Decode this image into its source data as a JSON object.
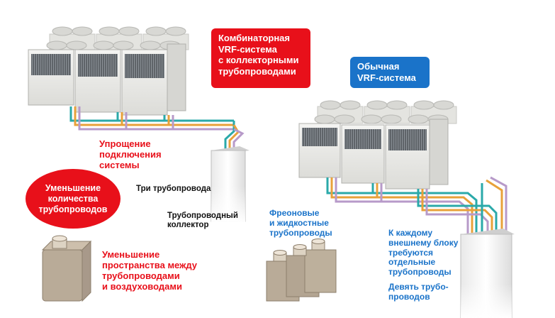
{
  "badges": {
    "combinatory": "Комбинаторная\nVRF-система\nс коллекторными\nтрубопроводами",
    "ordinary": "Обычная\nVRF-система"
  },
  "labels": {
    "simplification": "Упрощение\nподключения\nсистемы",
    "three_pipes": "Три трубопровода",
    "pipe_collector": "Трубопроводный\nколлектор",
    "reduce_pipes": "Уменьшение\nколичества\nтрубопроводов",
    "reduce_space": "Уменьшение\nпространства между\nтрубопроводами\nи воздуховодами",
    "freon_pipes": "Фреоновые\nи жидкостные\nтрубопроводы",
    "each_unit": "К каждому\nвнешнему блоку\nтребуются\nотдельные\nтрубопроводы",
    "nine_pipes": "Девять трубо-\nпроводов"
  },
  "colors": {
    "red": "#e8101a",
    "blue": "#1a73c9",
    "pipe_teal": "#2aa9a9",
    "pipe_orange": "#e8a13a",
    "pipe_lilac": "#b79ac9"
  }
}
